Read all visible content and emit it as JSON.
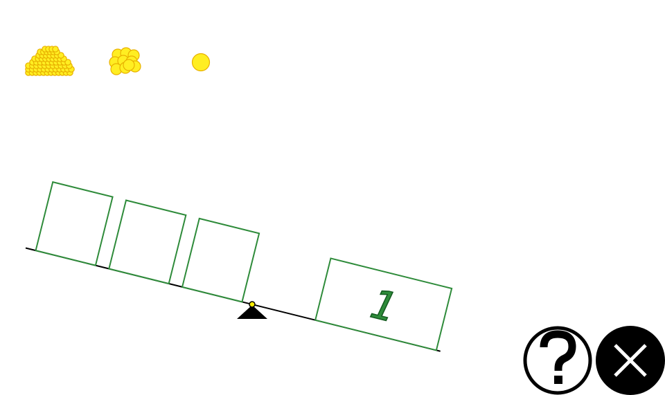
{
  "game": {
    "colors": {
      "box_stroke": "#2e8b3a",
      "digit_fill": "#2e8b3a",
      "digit_outline": "#145a1f",
      "beam": "#000000",
      "pivot_fill": "#000000",
      "pivot_dot": "#ffee00",
      "counter_fill": "#ffee22",
      "counter_stroke": "#e8b000",
      "button_fill": "#000000",
      "button_glyph": "#ffffff"
    },
    "counters": [
      {
        "name": "hundred-counter-pile",
        "value": 100
      },
      {
        "name": "ten-counter-cluster",
        "value": 10
      },
      {
        "name": "one-counter",
        "value": 1
      }
    ],
    "left_pan": {
      "boxes": [
        "",
        "",
        ""
      ]
    },
    "right_pan": {
      "boxes": [
        "1"
      ]
    },
    "buttons": {
      "help_icon": "question-mark",
      "close_icon": "x-mark"
    }
  }
}
